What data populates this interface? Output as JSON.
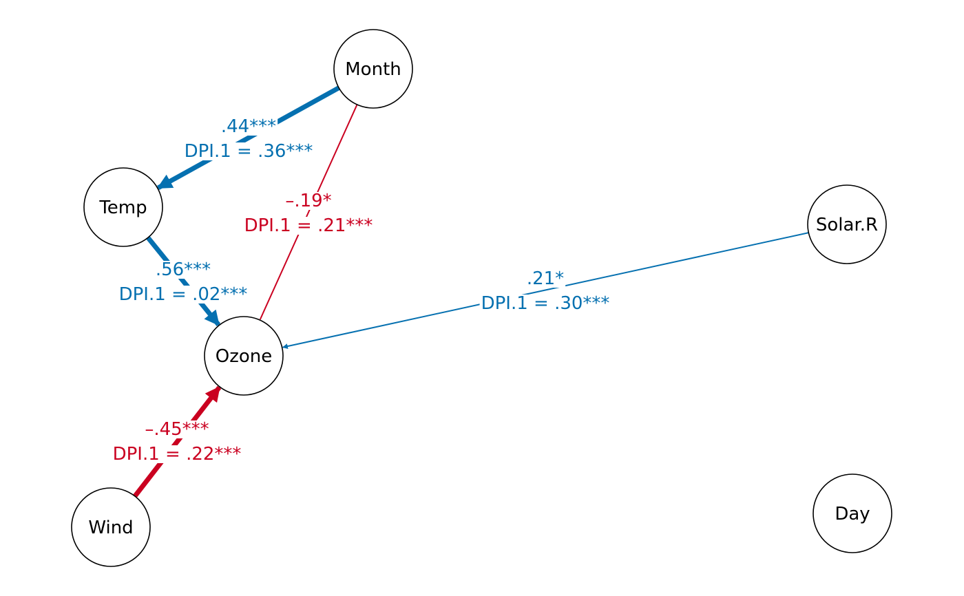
{
  "colors": {
    "positive": "#0570b0",
    "negative": "#ca0020"
  },
  "nodes": [
    {
      "id": "month",
      "label": "Month"
    },
    {
      "id": "temp",
      "label": "Temp"
    },
    {
      "id": "solar",
      "label": "Solar.R"
    },
    {
      "id": "ozone",
      "label": "Ozone"
    },
    {
      "id": "wind",
      "label": "Wind"
    },
    {
      "id": "day",
      "label": "Day"
    }
  ],
  "edges": [
    {
      "from": "month",
      "to": "temp",
      "sign": "positive",
      "directed": true,
      "strength": "strong",
      "coef": ".44***",
      "dpi": "DPI.1 = .36***"
    },
    {
      "from": "month",
      "to": "ozone",
      "sign": "negative",
      "directed": false,
      "strength": "weak",
      "coef": "–.19*",
      "dpi": "DPI.1 = .21***"
    },
    {
      "from": "temp",
      "to": "ozone",
      "sign": "positive",
      "directed": true,
      "strength": "strong",
      "coef": ".56***",
      "dpi": "DPI.1 = .02***"
    },
    {
      "from": "solar",
      "to": "ozone",
      "sign": "positive",
      "directed": true,
      "strength": "weak",
      "coef": ".21*",
      "dpi": "DPI.1 = .30***"
    },
    {
      "from": "wind",
      "to": "ozone",
      "sign": "negative",
      "directed": true,
      "strength": "strong",
      "coef": "–.45***",
      "dpi": "DPI.1 = .22***"
    }
  ]
}
